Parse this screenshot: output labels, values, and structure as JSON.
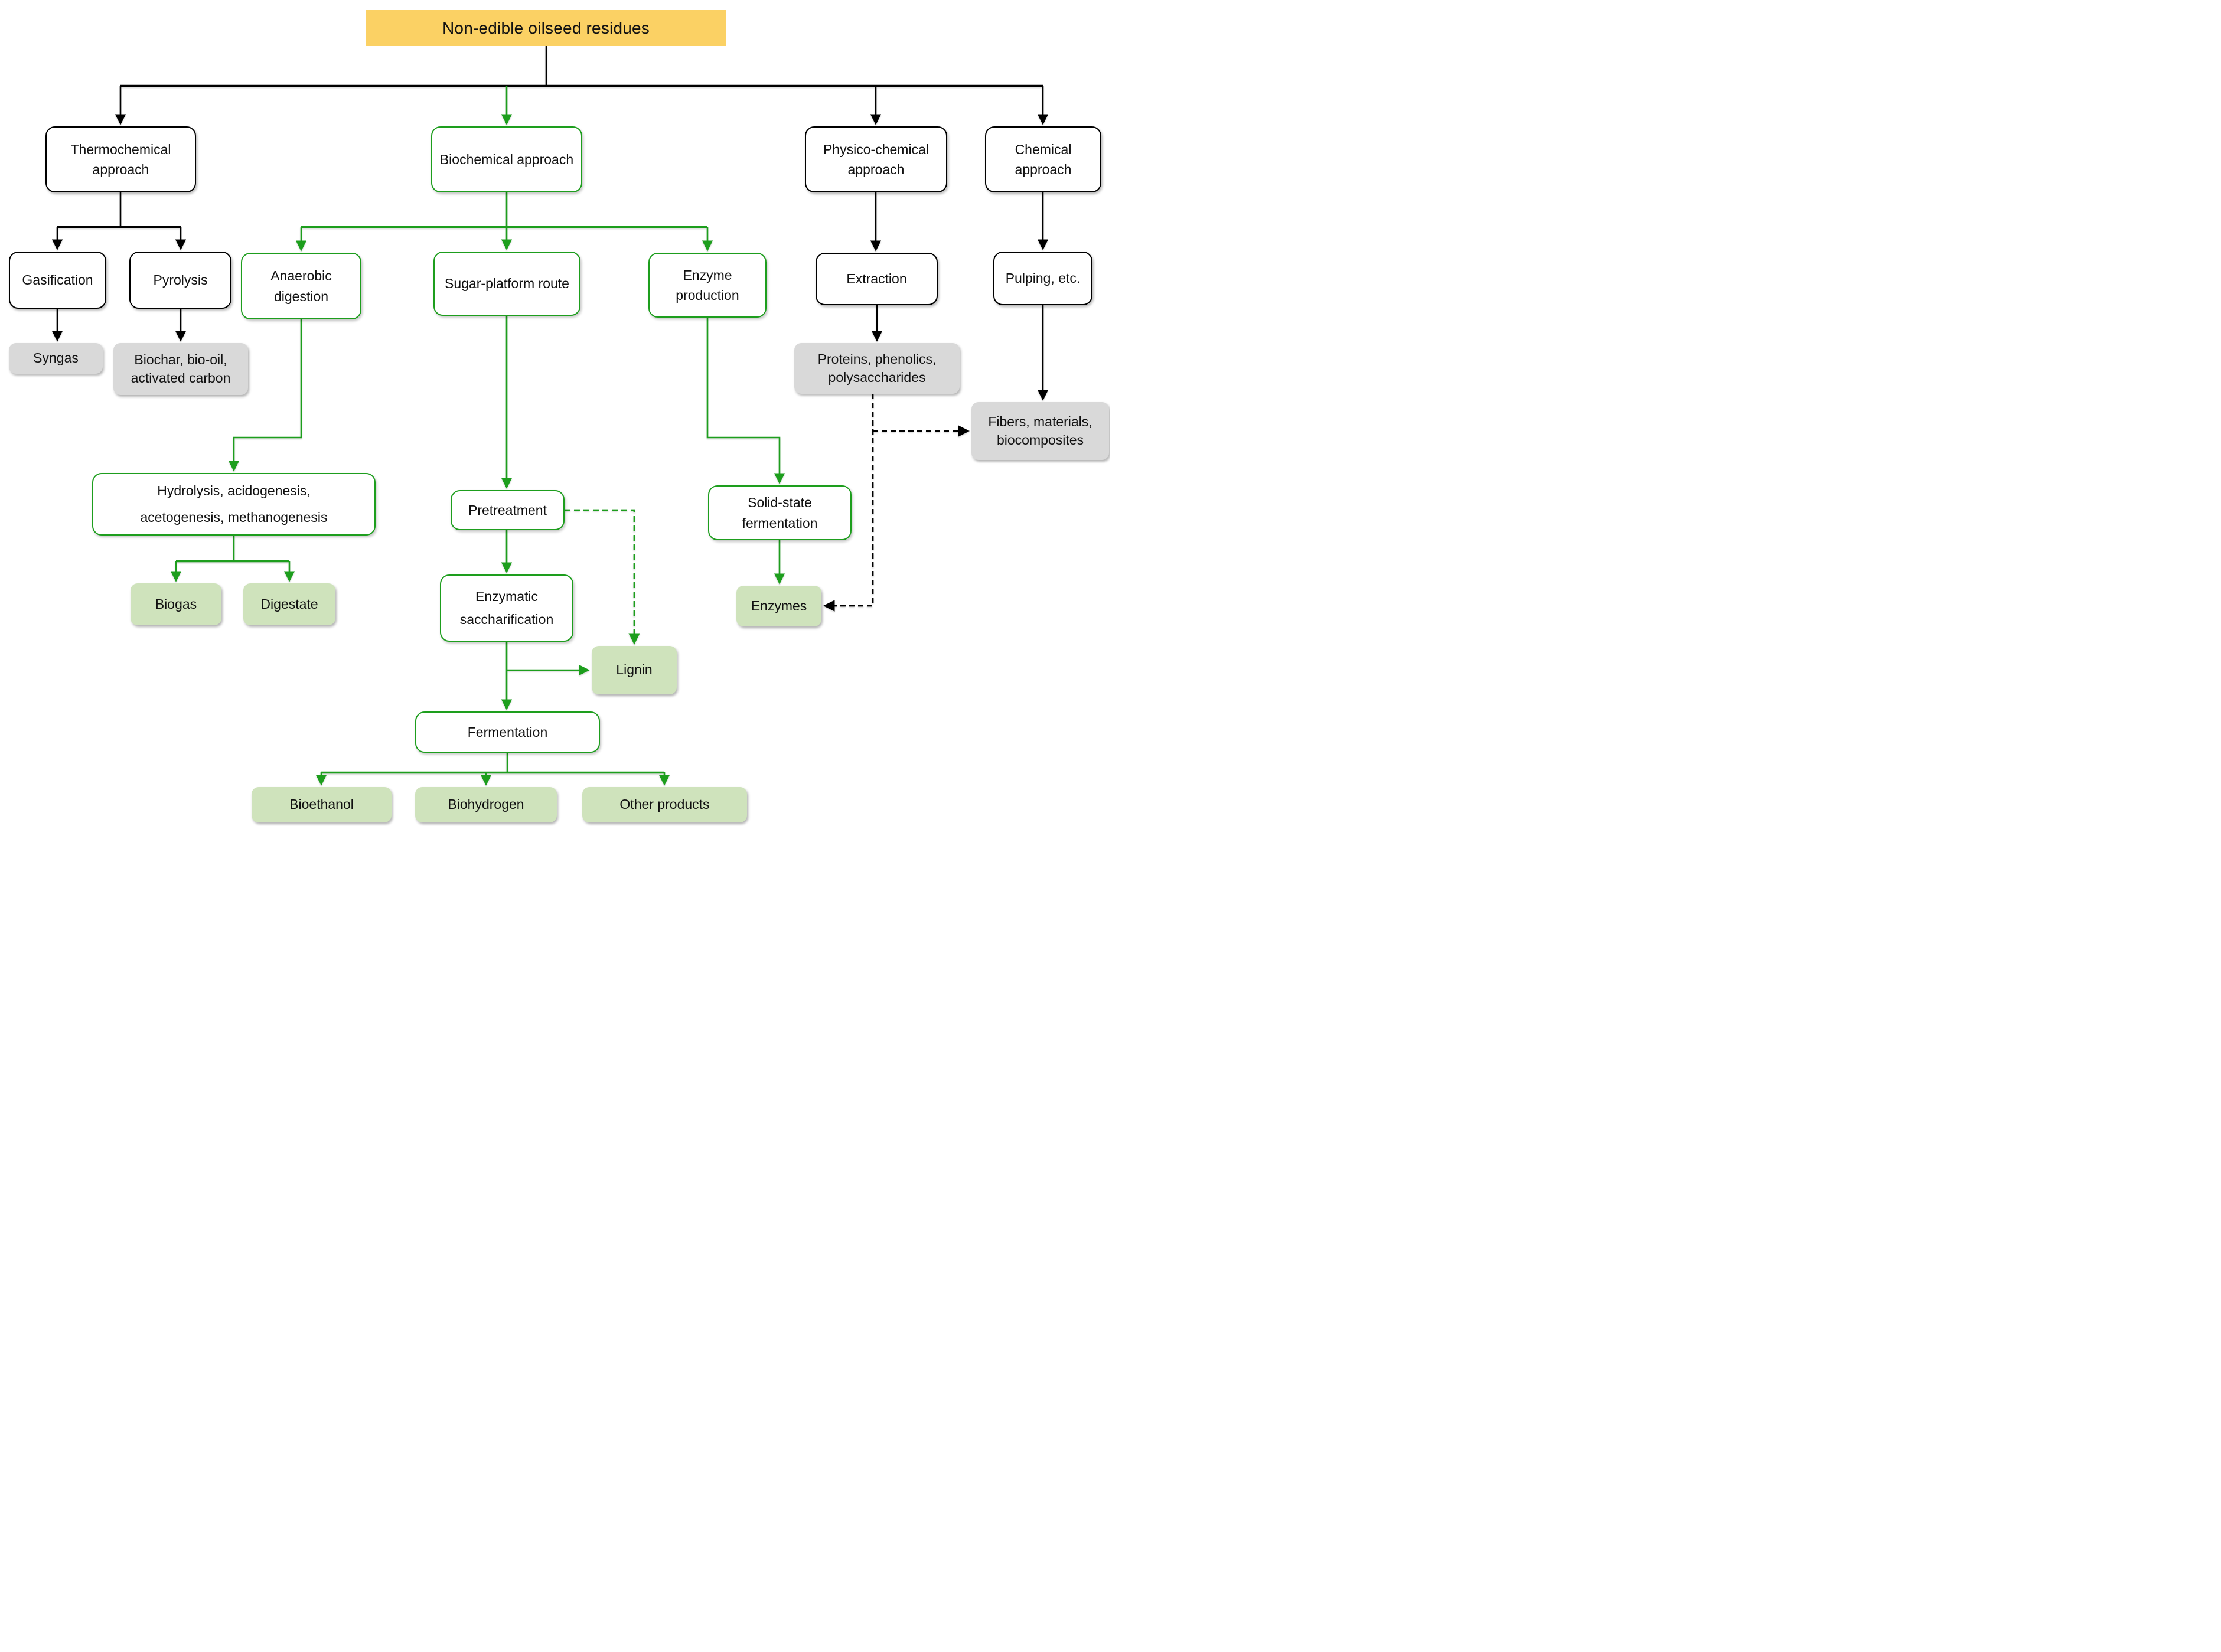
{
  "diagram": {
    "title": "Non-edible oilseed residues",
    "nodes": {
      "title": {
        "label": "Non-edible oilseed residues",
        "kind": "root"
      },
      "thermochemical": {
        "label": "Thermochemical approach",
        "kind": "approach-black"
      },
      "biochemical": {
        "label": "Biochemical approach",
        "kind": "approach-green"
      },
      "physico_chemical": {
        "label": "Physico-chemical approach",
        "kind": "approach-black"
      },
      "chemical": {
        "label": "Chemical approach",
        "kind": "approach-black"
      },
      "gasification": {
        "label": "Gasification",
        "kind": "process-black"
      },
      "pyrolysis": {
        "label": "Pyrolysis",
        "kind": "process-black"
      },
      "anaerobic_digestion": {
        "label": "Anaerobic digestion",
        "kind": "process-green"
      },
      "sugar_platform": {
        "label": "Sugar-platform route",
        "kind": "process-green"
      },
      "enzyme_production": {
        "label": "Enzyme production",
        "kind": "process-green"
      },
      "extraction": {
        "label": "Extraction",
        "kind": "process-black"
      },
      "pulping": {
        "label": "Pulping, etc.",
        "kind": "process-black"
      },
      "syngas": {
        "label": "Syngas",
        "kind": "product-gray"
      },
      "biochar": {
        "label": "Biochar, bio-oil, activated carbon",
        "kind": "product-gray"
      },
      "proteins": {
        "label": "Proteins, phenolics, polysaccharides",
        "kind": "product-gray"
      },
      "fibers": {
        "label": "Fibers, materials, biocomposites",
        "kind": "product-gray"
      },
      "hydrolysis": {
        "label": "Hydrolysis, acidogenesis, acetogenesis, methanogenesis",
        "kind": "process-green"
      },
      "biogas": {
        "label": "Biogas",
        "kind": "product-green"
      },
      "digestate": {
        "label": "Digestate",
        "kind": "product-green"
      },
      "pretreatment": {
        "label": "Pretreatment",
        "kind": "process-green"
      },
      "enzymatic_saccharification": {
        "label": "Enzymatic saccharification",
        "kind": "process-green"
      },
      "lignin": {
        "label": "Lignin",
        "kind": "product-green"
      },
      "solid_state_fermentation": {
        "label": "Solid-state fermentation",
        "kind": "process-green"
      },
      "enzymes": {
        "label": "Enzymes",
        "kind": "product-green"
      },
      "fermentation": {
        "label": "Fermentation",
        "kind": "process-green"
      },
      "bioethanol": {
        "label": "Bioethanol",
        "kind": "product-green"
      },
      "biohydrogen": {
        "label": "Biohydrogen",
        "kind": "product-green"
      },
      "other_products": {
        "label": "Other products",
        "kind": "product-green"
      }
    },
    "edges": [
      {
        "from": "title",
        "to": "thermochemical",
        "style": "solid",
        "color": "black"
      },
      {
        "from": "title",
        "to": "biochemical",
        "style": "solid",
        "color": "green"
      },
      {
        "from": "title",
        "to": "physico_chemical",
        "style": "solid",
        "color": "black"
      },
      {
        "from": "title",
        "to": "chemical",
        "style": "solid",
        "color": "black"
      },
      {
        "from": "thermochemical",
        "to": "gasification",
        "style": "solid",
        "color": "black"
      },
      {
        "from": "thermochemical",
        "to": "pyrolysis",
        "style": "solid",
        "color": "black"
      },
      {
        "from": "biochemical",
        "to": "anaerobic_digestion",
        "style": "solid",
        "color": "green"
      },
      {
        "from": "biochemical",
        "to": "sugar_platform",
        "style": "solid",
        "color": "green"
      },
      {
        "from": "biochemical",
        "to": "enzyme_production",
        "style": "solid",
        "color": "green"
      },
      {
        "from": "physico_chemical",
        "to": "extraction",
        "style": "solid",
        "color": "black"
      },
      {
        "from": "chemical",
        "to": "pulping",
        "style": "solid",
        "color": "black"
      },
      {
        "from": "gasification",
        "to": "syngas",
        "style": "solid",
        "color": "black"
      },
      {
        "from": "pyrolysis",
        "to": "biochar",
        "style": "solid",
        "color": "black"
      },
      {
        "from": "extraction",
        "to": "proteins",
        "style": "solid",
        "color": "black"
      },
      {
        "from": "pulping",
        "to": "fibers",
        "style": "solid",
        "color": "black"
      },
      {
        "from": "anaerobic_digestion",
        "to": "hydrolysis",
        "style": "solid",
        "color": "green"
      },
      {
        "from": "hydrolysis",
        "to": "biogas",
        "style": "solid",
        "color": "green"
      },
      {
        "from": "hydrolysis",
        "to": "digestate",
        "style": "solid",
        "color": "green"
      },
      {
        "from": "sugar_platform",
        "to": "pretreatment",
        "style": "solid",
        "color": "green"
      },
      {
        "from": "pretreatment",
        "to": "enzymatic_saccharification",
        "style": "solid",
        "color": "green"
      },
      {
        "from": "pretreatment",
        "to": "lignin",
        "style": "dashed",
        "color": "green"
      },
      {
        "from": "enzymatic_saccharification",
        "to": "lignin",
        "style": "solid",
        "color": "green"
      },
      {
        "from": "enzymatic_saccharification",
        "to": "fermentation",
        "style": "solid",
        "color": "green"
      },
      {
        "from": "fermentation",
        "to": "bioethanol",
        "style": "solid",
        "color": "green"
      },
      {
        "from": "fermentation",
        "to": "biohydrogen",
        "style": "solid",
        "color": "green"
      },
      {
        "from": "fermentation",
        "to": "other_products",
        "style": "solid",
        "color": "green"
      },
      {
        "from": "enzyme_production",
        "to": "solid_state_fermentation",
        "style": "solid",
        "color": "green"
      },
      {
        "from": "solid_state_fermentation",
        "to": "enzymes",
        "style": "solid",
        "color": "green"
      },
      {
        "from": "proteins",
        "to": "enzymes",
        "style": "dashed",
        "color": "black"
      },
      {
        "from": "proteins",
        "to": "fibers",
        "style": "dashed",
        "color": "black"
      }
    ],
    "colors": {
      "title_fill": "#fbd164",
      "green_stroke": "#1d9e1d",
      "light_green_fill": "#cfe3bc",
      "gray_fill": "#d9d9d9",
      "black": "#000000",
      "text": "#111111",
      "white": "#ffffff"
    }
  }
}
